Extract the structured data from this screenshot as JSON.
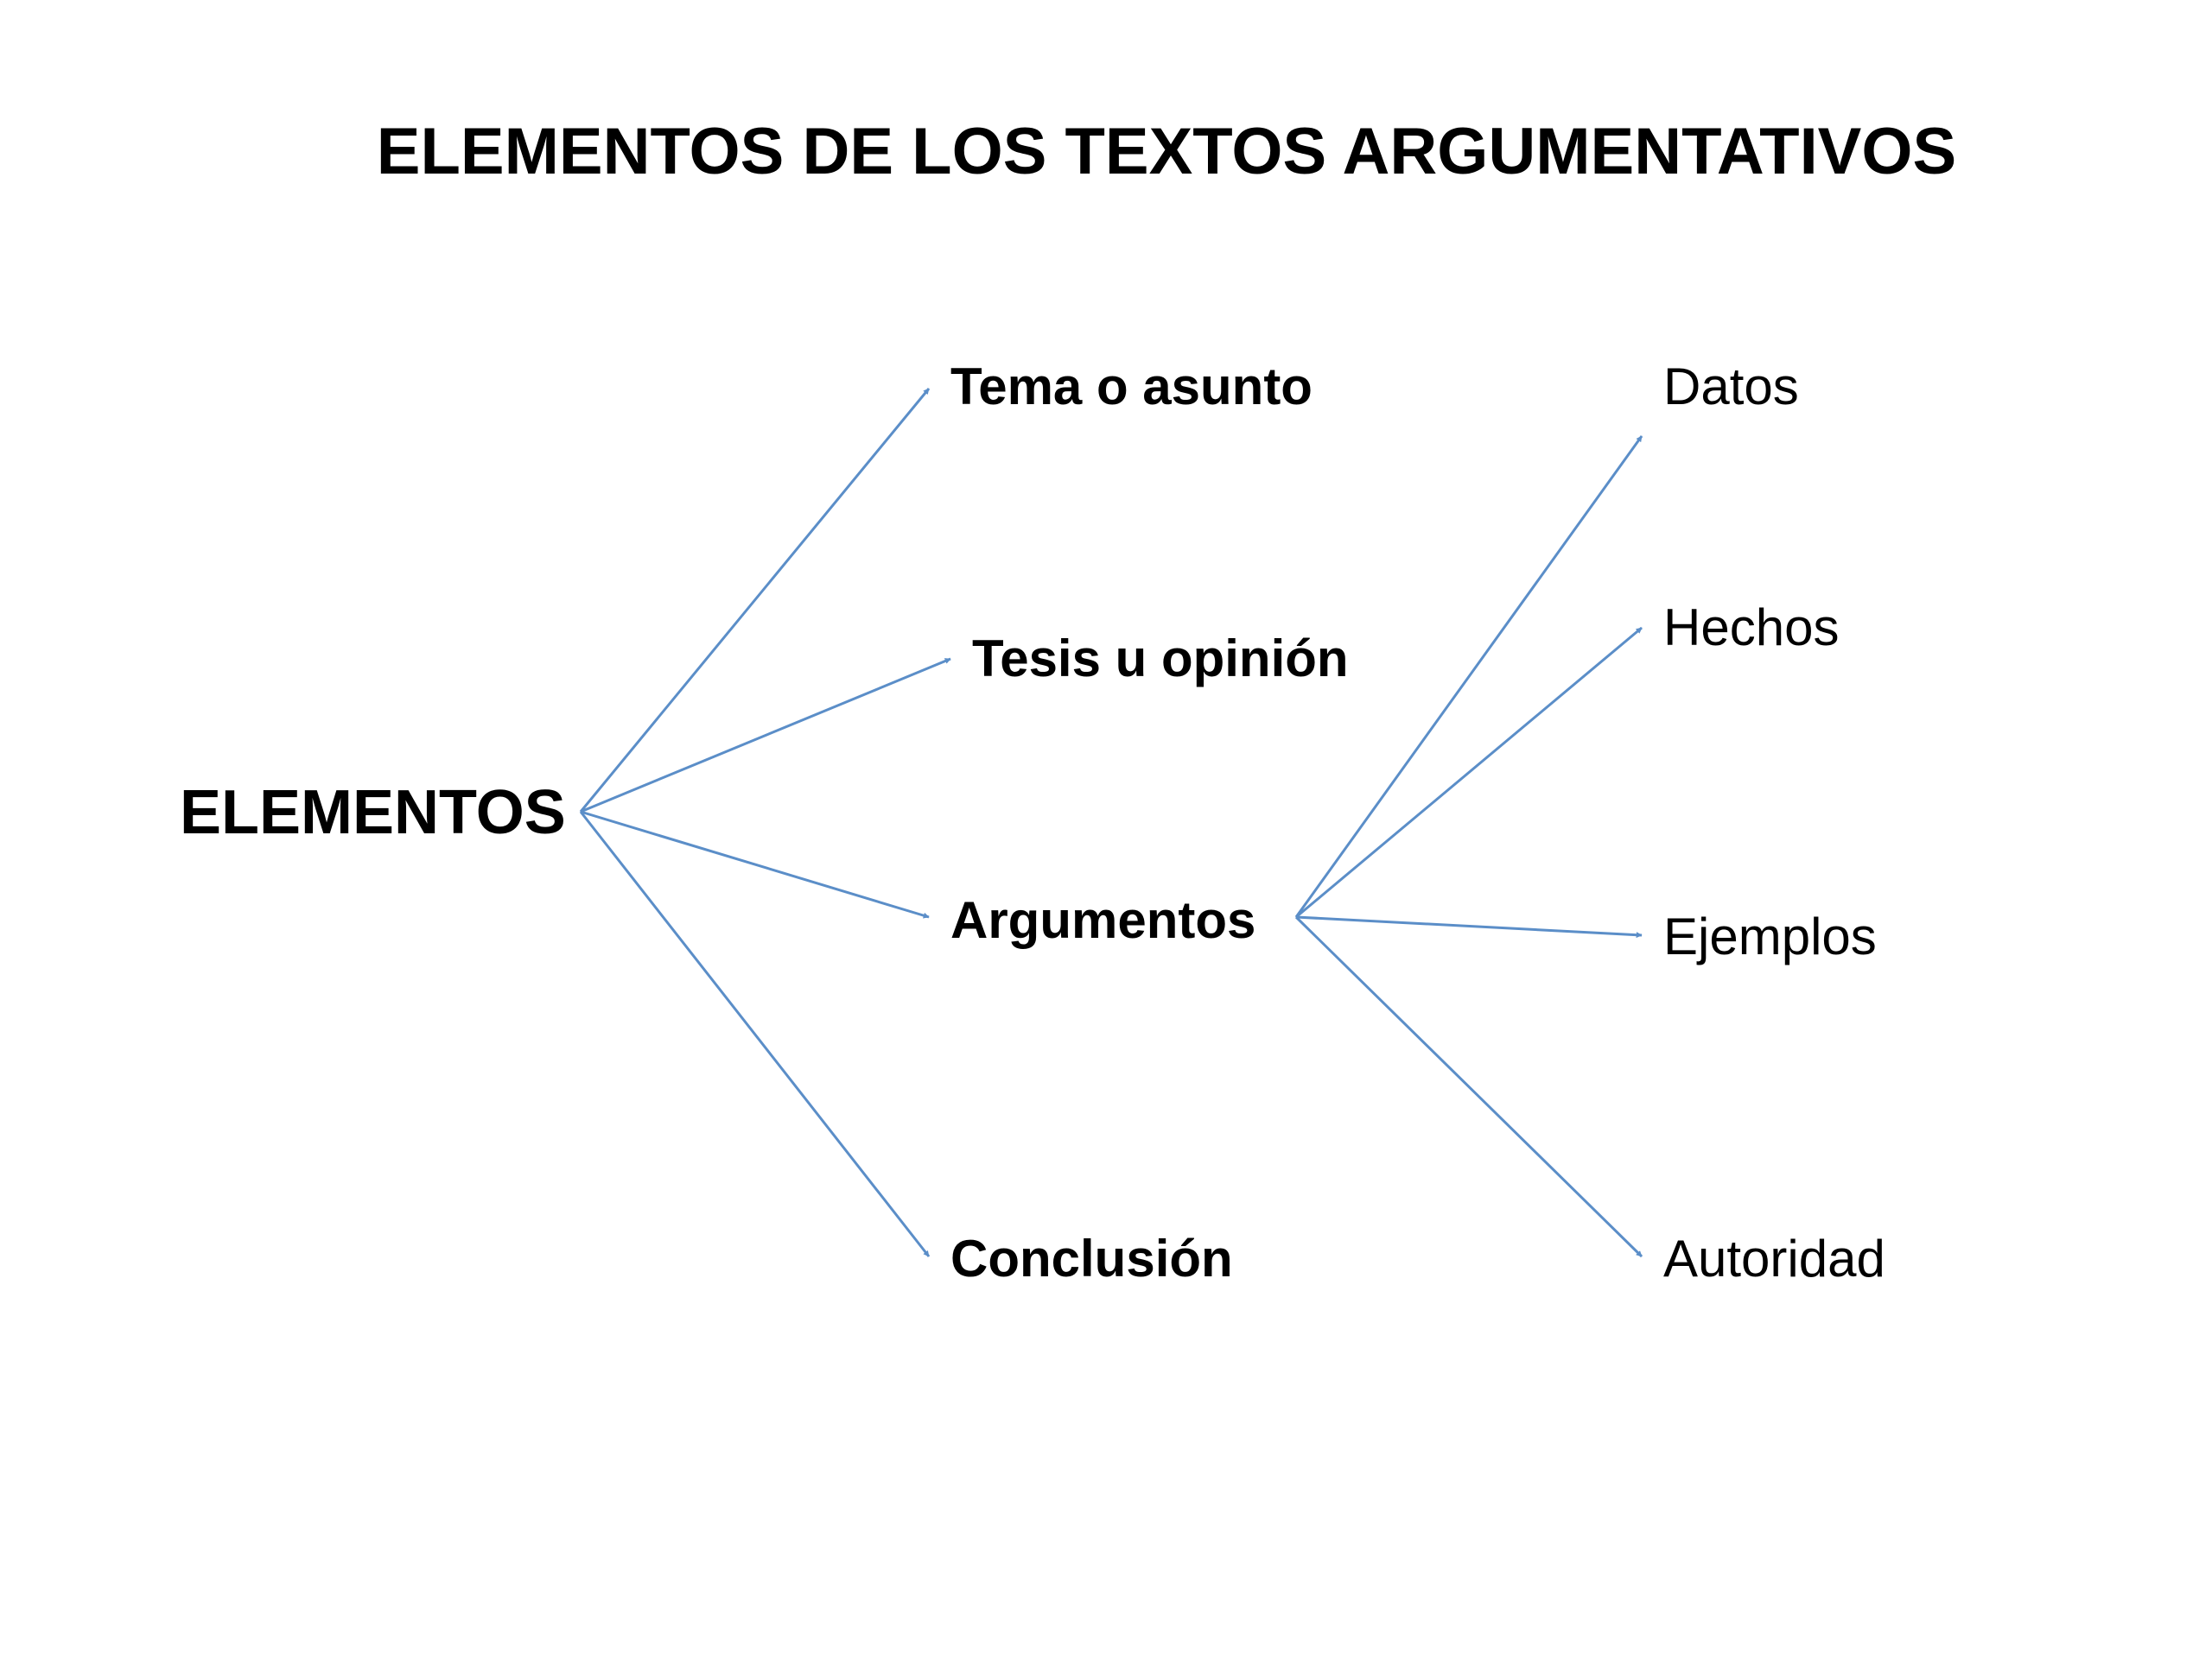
{
  "title": "ELEMENTOS DE LOS TEXTOS ARGUMENTATIVOS",
  "root": "ELEMENTOS",
  "elements": [
    "Tema o asunto",
    "Tesis u opinión",
    "Argumentos",
    "Conclusión"
  ],
  "argument_types": [
    "Datos",
    "Hechos",
    "Ejemplos",
    "Autoridad"
  ],
  "colors": {
    "arrow": "#5b8ec8",
    "text": "#000000",
    "background": "#ffffff"
  }
}
